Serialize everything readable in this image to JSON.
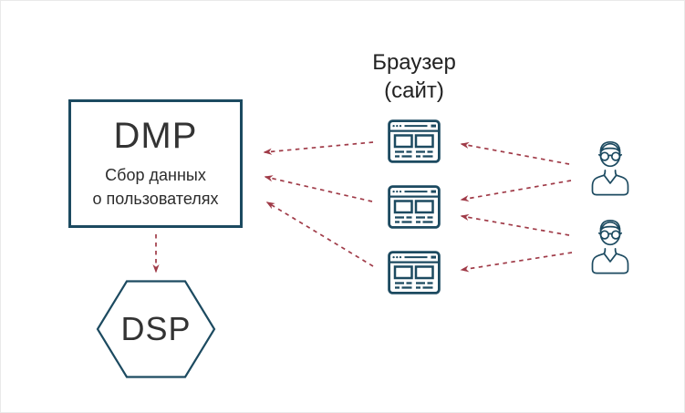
{
  "diagram": {
    "dmp": {
      "title": "DMP",
      "subtitle_line1": "Сбор данных",
      "subtitle_line2": "о пользователях"
    },
    "dsp": {
      "title": "DSP"
    },
    "browsers": {
      "label_line1": "Браузер",
      "label_line2": "(сайт)",
      "count": 3
    },
    "users": {
      "count": 2
    },
    "colors": {
      "outline_blue": "#1c4a60",
      "arrow_red": "#a03b48",
      "text_primary": "#333333",
      "text_heading": "#222222"
    }
  }
}
